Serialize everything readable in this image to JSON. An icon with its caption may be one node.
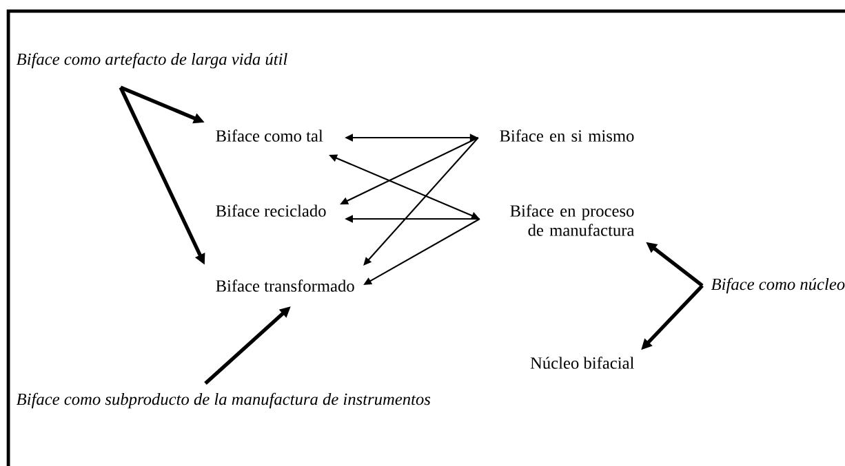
{
  "diagram": {
    "nodes": [
      {
        "text": [
          "Biface como artefacto de larga vida útil"
        ]
      },
      {
        "text": [
          "Biface como tal"
        ]
      },
      {
        "text": [
          "Biface en si mismo"
        ]
      },
      {
        "text": [
          "Biface reciclado"
        ]
      },
      {
        "text": [
          "Biface en proceso de manufactura"
        ]
      },
      {
        "text": [
          "Biface transformado"
        ]
      },
      {
        "text": [
          "Biface como núcleo"
        ]
      },
      {
        "text": [
          "Núcleo bifacial"
        ]
      },
      {
        "text": [
          "Biface como subproducto de la manufactura de instrumentos"
        ]
      }
    ],
    "edges": [
      {
        "from": 0,
        "to": 1,
        "arrow": "to",
        "style": "thick"
      },
      {
        "from": 0,
        "to": 5,
        "arrow": "to",
        "style": "thick"
      },
      {
        "from": 1,
        "to": 2,
        "arrow": "both"
      },
      {
        "from": 2,
        "to": 3,
        "arrow": "to"
      },
      {
        "from": 2,
        "to": 5,
        "arrow": "to"
      },
      {
        "from": 1,
        "to": 4,
        "arrow": "both"
      },
      {
        "from": 4,
        "to": 3,
        "arrow": "to"
      },
      {
        "from": 4,
        "to": 5,
        "arrow": "to"
      },
      {
        "from": 8,
        "to": 5,
        "arrow": "to",
        "style": "thick"
      },
      {
        "from": 6,
        "to": 4,
        "arrow": "to",
        "style": "thick"
      },
      {
        "from": 6,
        "to": 7,
        "arrow": "to",
        "style": "thick"
      }
    ]
  }
}
